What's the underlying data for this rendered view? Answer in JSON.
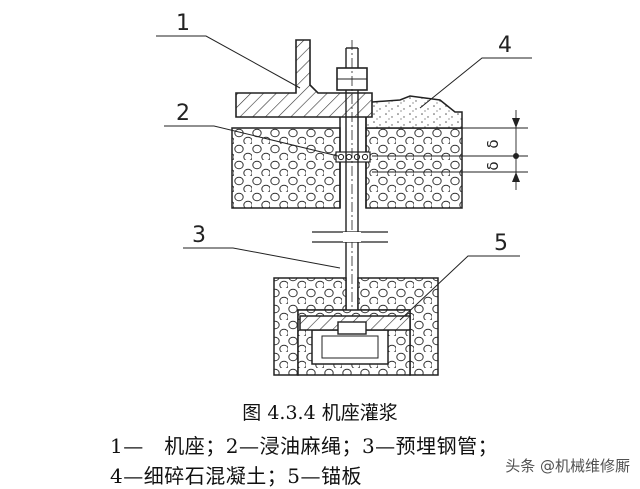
{
  "diagram": {
    "callouts": [
      "1",
      "2",
      "3",
      "4",
      "5"
    ],
    "dim_label": "δ",
    "caption": "图 4.3.4  机座灌浆",
    "legend_line1": "1—　机座；2—浸油麻绳；3—预埋钢管；",
    "legend_line2": "4—细碎石混凝土；5—锚板"
  },
  "watermark": {
    "text": "头条 @机械维修厮"
  }
}
